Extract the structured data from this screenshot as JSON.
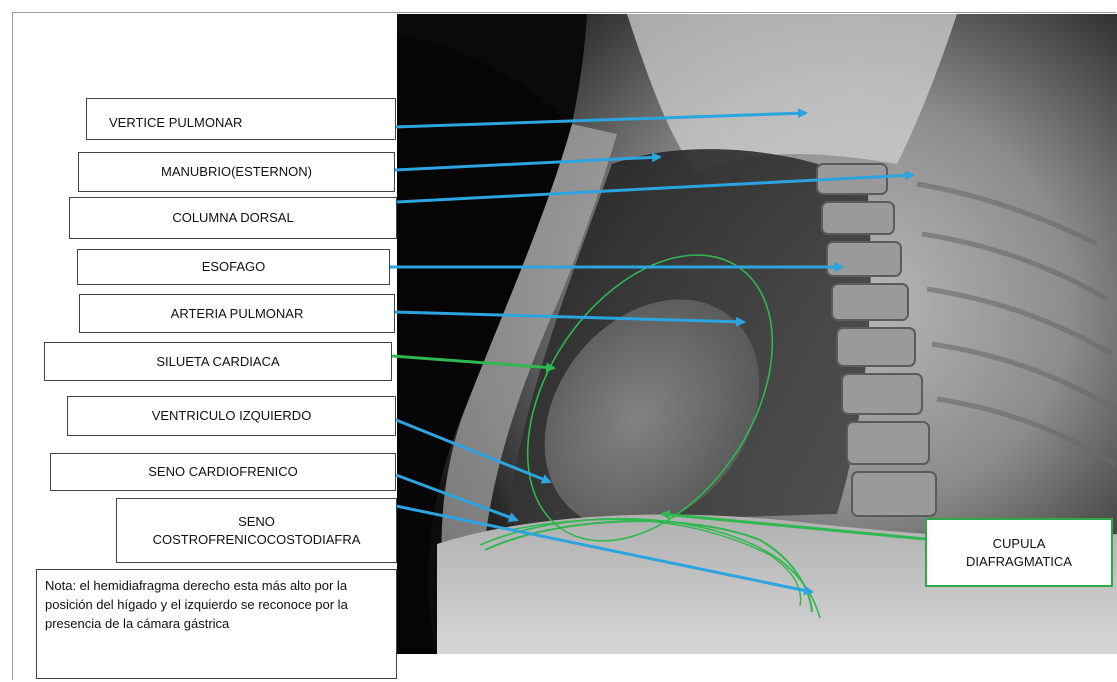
{
  "labels": [
    {
      "id": "vertice-pulmonar",
      "text": "VERTICE PULMONAR"
    },
    {
      "id": "manubrio",
      "text": "MANUBRIO(ESTERNON)"
    },
    {
      "id": "columna-dorsal",
      "text": "COLUMNA DORSAL"
    },
    {
      "id": "esofago",
      "text": "ESOFAGO"
    },
    {
      "id": "arteria-pulmonar",
      "text": "ARTERIA PULMONAR"
    },
    {
      "id": "silueta-cardiaca",
      "text": "SILUETA CARDIACA"
    },
    {
      "id": "ventriculo-izquierdo",
      "text": "VENTRICULO IZQUIERDO"
    },
    {
      "id": "seno-cardiofrenico",
      "text": "SENO CARDIOFRENICO"
    },
    {
      "id": "seno-costofrenico",
      "text": "SENO\nCOSTROFRENICOCOSTODIAFRA"
    },
    {
      "id": "cupula",
      "text": "CUPULA\nDIAFRAGMATICA"
    }
  ],
  "note": "Nota: el hemidiafragma derecho esta más alto por la posición del hígado y el izquierdo se reconoce por la presencia de la cámara gástrica",
  "colors": {
    "blue_arrow": "#2ba4e0",
    "green_outline": "#2fb84f"
  },
  "image": {
    "kind": "lateral chest radiograph"
  }
}
